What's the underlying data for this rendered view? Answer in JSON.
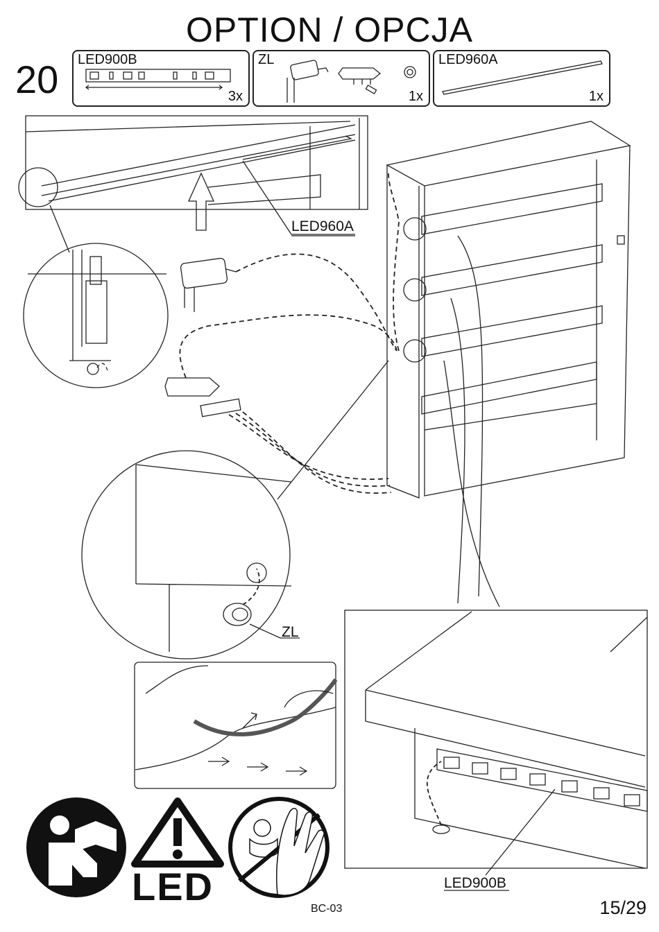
{
  "header": {
    "title": "OPTION / OPCJA",
    "step_number": "20"
  },
  "parts": [
    {
      "id": "led900b",
      "label": "LED900B",
      "qty": "3x"
    },
    {
      "id": "zl",
      "label": "ZL",
      "qty": "1x"
    },
    {
      "id": "led960a",
      "label": "LED960A",
      "qty": "1x"
    }
  ],
  "callouts": {
    "led960a": "LED960A",
    "zl": "ZL",
    "led900b": "LED900B"
  },
  "warning_icons": {
    "led_text": "LED",
    "items": [
      "read-manual-icon",
      "warning-triangle-icon",
      "no-children-icon"
    ]
  },
  "footer": {
    "code": "BC-03",
    "page": "15/29"
  }
}
